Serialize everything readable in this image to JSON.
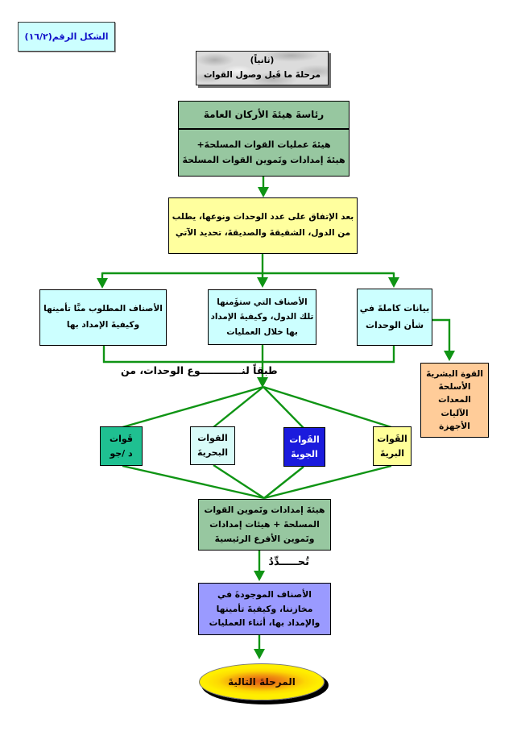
{
  "figure_label": {
    "text": "الشكل الرقم(١٦/٢)"
  },
  "stage_header": {
    "text": "(ثانياً)\nمرحلةَ ما قَبل وصول القوات"
  },
  "gsp_box": {
    "top": "رئاسةَ هيئةَ الأركان العامةَ",
    "bottom": "هيئةَ عمليات القوات المسلحةَ+\nهيئةَ إمدادات وتَموين القوات المسلحةَ"
  },
  "agreement_box": {
    "text": "بعد الإتفاق على عدد الوحدات ونوعها، يطلب\nمن الدول، الشقيقةَ والصديقةَ، تحديد الآتي"
  },
  "branch_boxes": {
    "our_items": "الأصناف المطلوب منَّا تأمينها\nوكيفيةَ الإمداد بها",
    "their_items": "الأصناف التي ستؤَمنها\nتلك الدول، وكيفيةَ الإمداد\nبها خلال العمليات",
    "unit_data": "بيانات كاملةَ في\nشأن الوحدات"
  },
  "resources_box": {
    "text": "القوة البشريةَ\nالأسلحةَ\nالمعدات\nالآليات\nالأجهزة"
  },
  "type_label": {
    "text": "طبقاً لنــــــــــــوع الوحدات، من"
  },
  "forces": {
    "air_defense": "قَوات\nد /جو",
    "navy": "القوات\nالبحريةَ",
    "air": "القَوات\nالجويةَ",
    "land": "القَوات\nالبريةَ"
  },
  "supply_box": {
    "text": "هيئةَ إمدادات وتَموين القوات\nالمسلحةَ + هيئات إمدادات\nوتَموين الأفرع الرئيسيةَ"
  },
  "determine_label": {
    "text": "تُحـــــدِّدُ"
  },
  "stores_box": {
    "text": "الأصناف الموجودةَ في\nمخازننا، وكيفيةَ تأمينها\nوالإمداد بها، أثناء العمليات"
  },
  "next_stage": {
    "text": "المرحلةَ التاليةَ"
  },
  "colors": {
    "connector_green": "#0f9414",
    "green_box": "#97c7a0",
    "yellow_box": "#ffff99",
    "cyan_box": "#ccffff",
    "orange_box": "#ffcc99",
    "teal_box": "#1fc091",
    "blue_box": "#1b1bdd",
    "purple_box": "#9a9aff",
    "figure_label_bg": "#ccffff",
    "figure_label_text": "#0f0fc8",
    "ellipse_yellow": "#ffee00",
    "ellipse_orange": "#e8651e"
  }
}
